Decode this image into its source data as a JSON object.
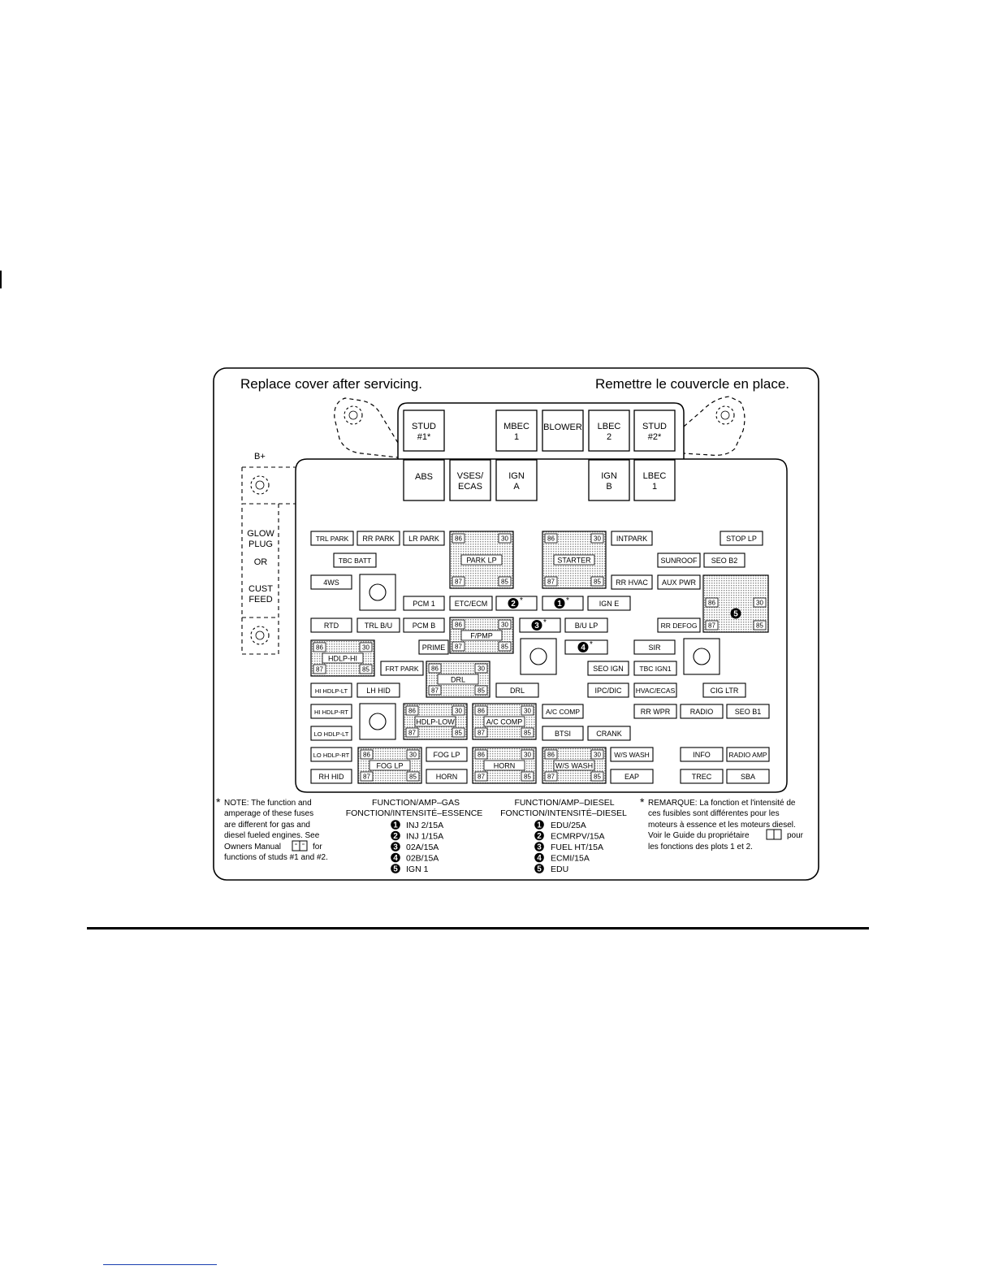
{
  "header": {
    "left": "Replace cover after servicing.",
    "right": "Remettre le couvercle en place."
  },
  "b_plus": "B+",
  "side_labels": [
    "GLOW",
    "PLUG",
    "OR",
    "CUST",
    "FEED"
  ],
  "big_fuses": [
    [
      "STUD",
      "#1*"
    ],
    [
      "MBEC",
      "1"
    ],
    [
      "BLOWER"
    ],
    [
      "LBEC",
      "2"
    ],
    [
      "STUD",
      "#2*"
    ],
    [
      "ABS"
    ],
    [
      "VSES/",
      "ECAS"
    ],
    [
      "IGN",
      "A"
    ],
    [
      "IGN",
      "B"
    ],
    [
      "LBEC",
      "1"
    ]
  ],
  "fuses": [
    "TRL PARK",
    "RR PARK",
    "LR PARK",
    "INTPARK",
    "STOP LP",
    "TBC BATT",
    "SUNROOF",
    "SEO B2",
    "4WS",
    "RR HVAC",
    "AUX PWR",
    "PCM 1",
    "ETC/ECM",
    "IGN E",
    "RTD",
    "TRL B/U",
    "PCM B",
    "B/U LP",
    "RR DEFOG",
    "PRIME",
    "SIR",
    "FRT PARK",
    "SEO IGN",
    "TBC IGN1",
    "HI HDLP-LT",
    "LH HID",
    "DRL",
    "IPC/DIC",
    "HVAC/ECAS",
    "CIG LTR",
    "HI HDLP-RT",
    "A/C COMP",
    "RR WPR",
    "RADIO",
    "SEO B1",
    "LO HDLP-LT",
    "BTSI",
    "CRANK",
    "LO HDLP-RT",
    "FOG LP",
    "W/S WASH",
    "INFO",
    "RADIO AMP",
    "RH HID",
    "HORN",
    "EAP",
    "TREC",
    "SBA"
  ],
  "relays": [
    "PARK LP",
    "STARTER",
    "F/PMP",
    "HDLP-HI",
    "DRL",
    "HDLP-LOW",
    "A/C COMP",
    "FOG LP",
    "HORN",
    "W/S WASH"
  ],
  "pins": [
    "86",
    "30",
    "87",
    "85"
  ],
  "markers": [
    "2",
    "1",
    "3",
    "4",
    "5"
  ],
  "star": "*",
  "notes": {
    "left": [
      "NOTE:  The function and",
      "amperage of these fuses",
      "are different for gas and",
      "diesel fueled engines.  See",
      "Owners Manual",
      "for",
      "functions of studs #1 and #2."
    ],
    "right": [
      "REMARQUE:  La fonction et l'intensité de",
      "ces fusibles sont différentes pour les",
      "moteurs à essence et les moteurs diesel.",
      "Voir le Guide du propriétaire",
      "pour",
      "les fonctions des plots 1 et 2."
    ]
  },
  "legend_gas": {
    "title": [
      "FUNCTION/AMP–GAS",
      "FONCTION/INTENSITÉ–ESSENCE"
    ],
    "items": [
      "INJ 2/15A",
      "INJ 1/15A",
      "02A/15A",
      "02B/15A",
      "IGN 1"
    ]
  },
  "legend_diesel": {
    "title": [
      "FUNCTION/AMP–DIESEL",
      "FONCTION/INTENSITÉ–DIESEL"
    ],
    "items": [
      "EDU/25A",
      "ECMRPV/15A",
      "FUEL HT/15A",
      "ECMI/15A",
      "EDU"
    ]
  },
  "colors": {
    "line": "#000000",
    "relay_fill": "#dcdcdc"
  },
  "icons": [
    "book-icon",
    "circle-marker-icon",
    "bolt-hole-icon"
  ]
}
